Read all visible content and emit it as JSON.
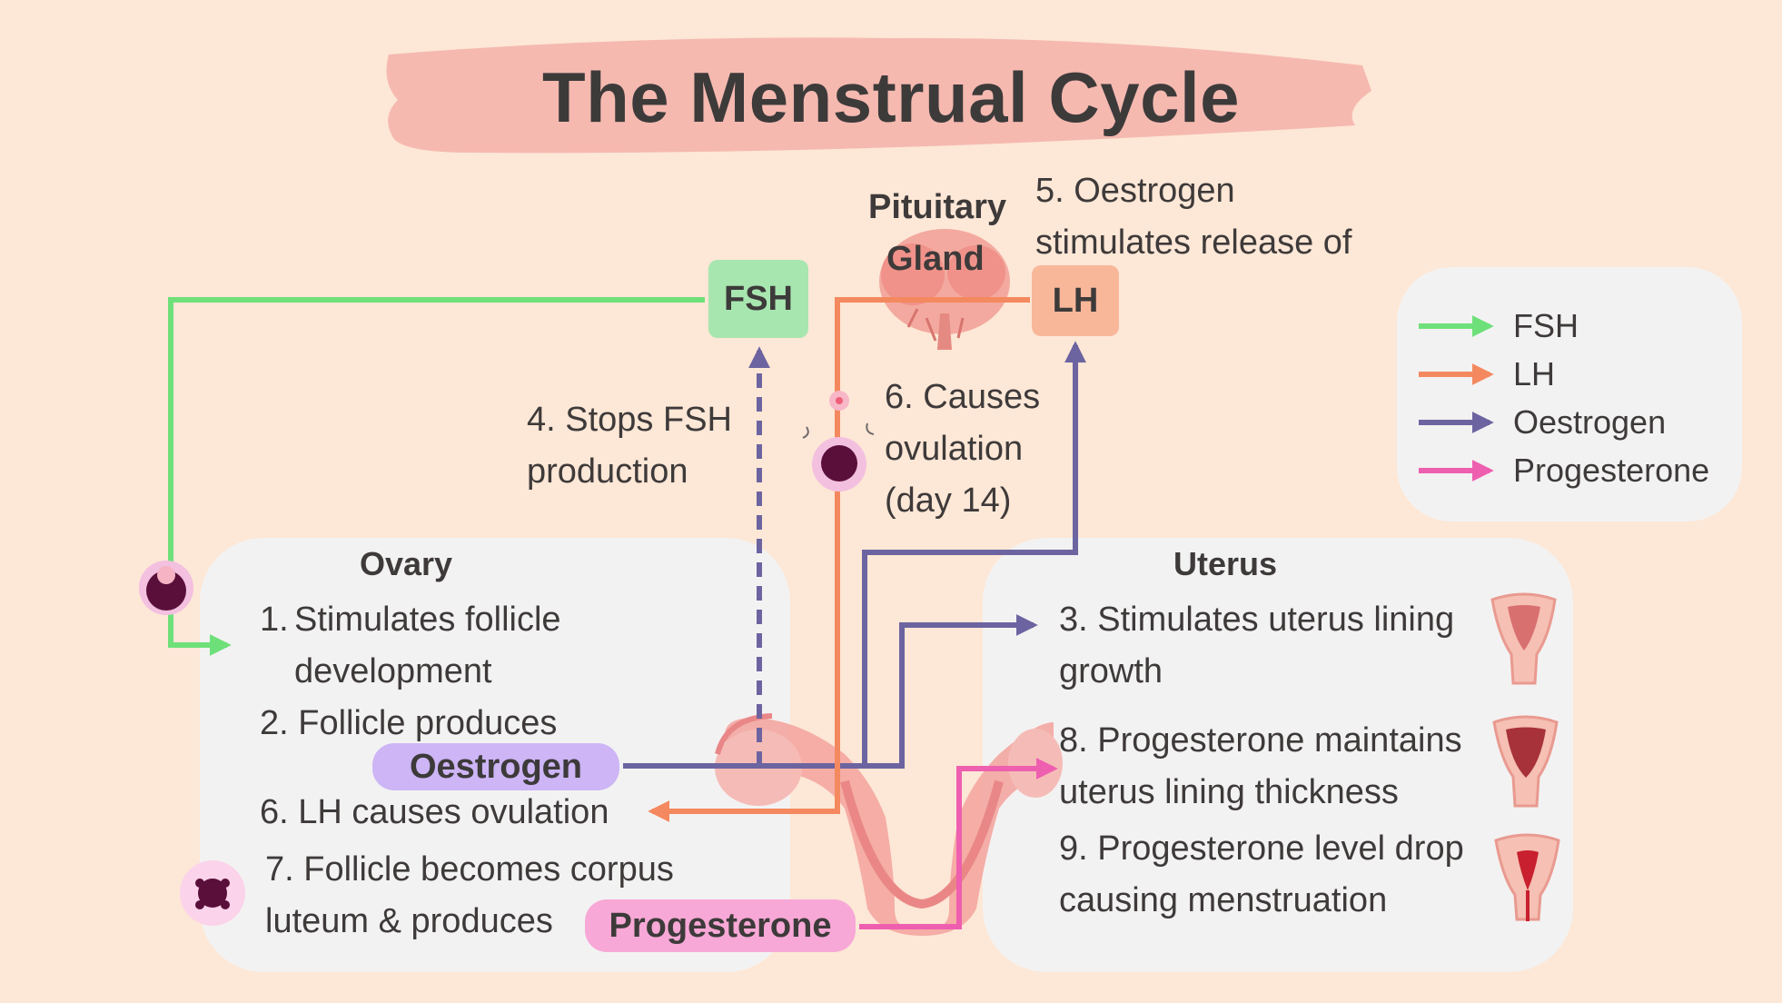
{
  "title": "The Menstrual Cycle",
  "pituitary": {
    "label_line1": "Pituitary",
    "label_line2": "Gland"
  },
  "hormone_boxes": {
    "fsh": "FSH",
    "lh": "LH"
  },
  "annotations": {
    "oestrogen_lh_line1": "5. Oestrogen",
    "oestrogen_lh_line2": "stimulates release of",
    "stops_fsh_line1": "4. Stops FSH",
    "stops_fsh_line2": "production",
    "ovulation_line1": "6. Causes",
    "ovulation_line2": "ovulation",
    "ovulation_line3": "(day 14)"
  },
  "legend": {
    "items": [
      {
        "label": "FSH",
        "color": "#6ee07a"
      },
      {
        "label": "LH",
        "color": "#f4895f"
      },
      {
        "label": "Oestrogen",
        "color": "#6c64a0"
      },
      {
        "label": "Progesterone",
        "color": "#ee5fb0"
      }
    ]
  },
  "ovary": {
    "title": "Ovary",
    "step1_num": "1.",
    "step1_line1": "Stimulates follicle",
    "step1_line2": "development",
    "step2": "2. Follicle produces",
    "oestrogen_pill": "Oestrogen",
    "step6": "6. LH causes ovulation",
    "step7_line1": "7. Follicle becomes corpus",
    "step7_line2": "luteum & produces",
    "progesterone_pill": "Progesterone"
  },
  "uterus": {
    "title": "Uterus",
    "step3_line1": "3. Stimulates uterus lining",
    "step3_line2": "growth",
    "step8_line1": "8. Progesterone maintains",
    "step8_line2": "uterus lining thickness",
    "step9_line1": "9. Progesterone level drop",
    "step9_line2": "causing menstruation"
  },
  "colors": {
    "background": "#fde7d6",
    "title_brush": "#f4b6ae",
    "fsh": "#6ee07a",
    "fsh_box": "#a8e6b0",
    "lh": "#f4895f",
    "lh_box": "#f9b79a",
    "oestrogen": "#6c64a0",
    "oestrogen_pill": "#cdb5f6",
    "progesterone": "#ee5fb0",
    "progesterone_pill": "#f7a8d6",
    "panel": "#f3f2f2",
    "follicle": "#5a0f3a"
  }
}
